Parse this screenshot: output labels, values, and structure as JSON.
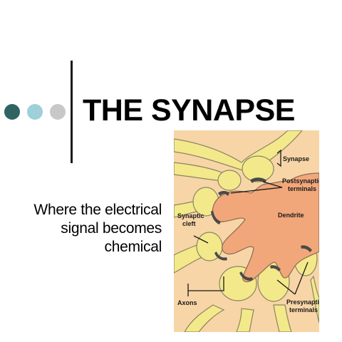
{
  "slide": {
    "title": "THE SYNAPSE",
    "subtitle_lines": [
      "Where the electrical",
      "signal becomes",
      "chemical"
    ],
    "bullets": [
      {
        "color": "#2f6463"
      },
      {
        "color": "#9fcfd8"
      },
      {
        "color": "#c8c8c8"
      }
    ]
  },
  "figure": {
    "background": "#f7d5a6",
    "labels": {
      "synapse": "Synapse",
      "postsynaptic_1": "Postsynaptic",
      "postsynaptic_2": "terminals",
      "dendrite": "Dendrite",
      "cleft_1": "Synaptic",
      "cleft_2": "cleft",
      "axons": "Axons",
      "presynaptic_1": "Presynaptic",
      "presynaptic_2": "terminals"
    }
  }
}
